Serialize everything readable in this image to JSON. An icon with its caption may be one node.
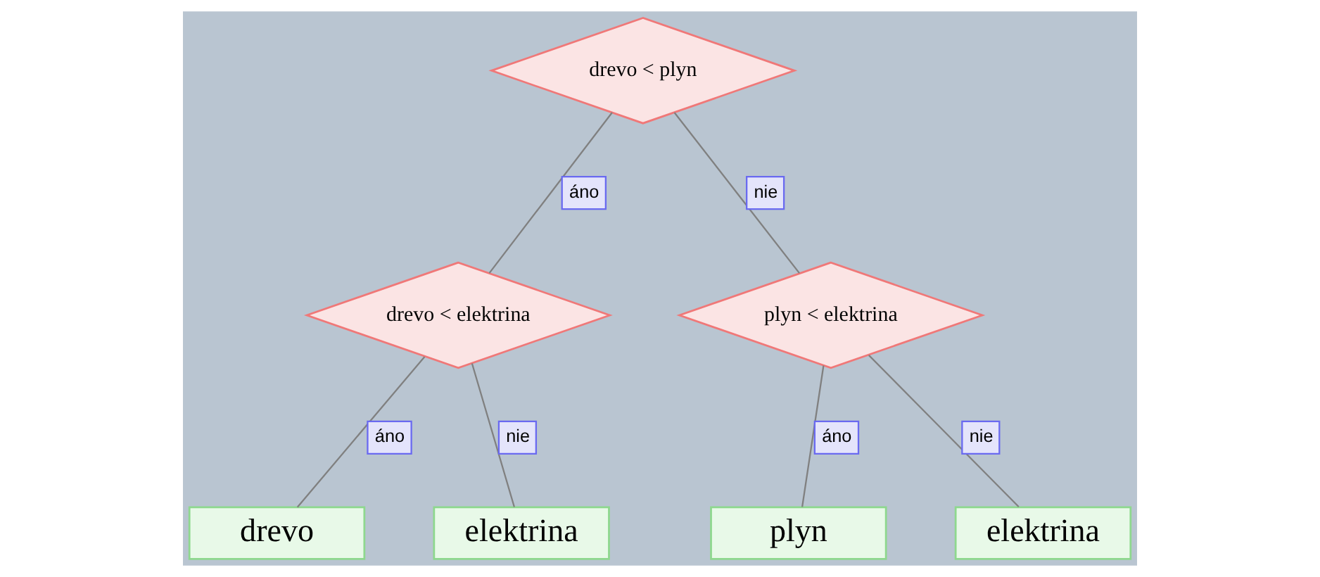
{
  "diagram": {
    "nodes": [
      {
        "text": [
          "drevo < plyn"
        ]
      },
      {
        "text": [
          "drevo < elektrina"
        ]
      },
      {
        "text": [
          "plyn < elektrina"
        ]
      },
      {
        "text": [
          "drevo"
        ]
      },
      {
        "text": [
          "elektrina"
        ]
      },
      {
        "text": [
          "plyn"
        ]
      },
      {
        "text": [
          "elektrina"
        ]
      }
    ],
    "edges": [
      {
        "from": 0,
        "to": 1,
        "arrow": "none",
        "label": "áno"
      },
      {
        "from": 0,
        "to": 2,
        "arrow": "none",
        "label": "nie"
      },
      {
        "from": 1,
        "to": 3,
        "arrow": "none",
        "label": "áno"
      },
      {
        "from": 1,
        "to": 4,
        "arrow": "none",
        "label": "nie"
      },
      {
        "from": 2,
        "to": 5,
        "arrow": "none",
        "label": "áno"
      },
      {
        "from": 2,
        "to": 6,
        "arrow": "none",
        "label": "nie"
      }
    ]
  }
}
